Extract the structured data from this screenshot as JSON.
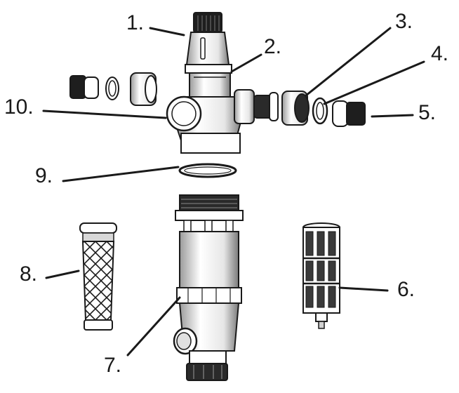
{
  "callouts": [
    {
      "id": "c1",
      "label": "1."
    },
    {
      "id": "c2",
      "label": "2."
    },
    {
      "id": "c3",
      "label": "3."
    },
    {
      "id": "c4",
      "label": "4."
    },
    {
      "id": "c5",
      "label": "5."
    },
    {
      "id": "c6",
      "label": "6."
    },
    {
      "id": "c7",
      "label": "7."
    },
    {
      "id": "c8",
      "label": "8."
    },
    {
      "id": "c9",
      "label": "9."
    },
    {
      "id": "c10",
      "label": "10."
    }
  ],
  "colors": {
    "stroke": "#1a1a1a",
    "body": "#ffffff",
    "shade": "#c8c8c8",
    "dark": "#3a3a3a",
    "knurl": "#1e1e1e"
  }
}
